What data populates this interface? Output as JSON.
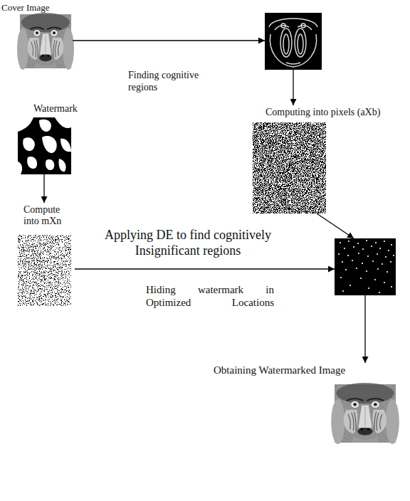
{
  "diagram": {
    "nodes": [
      {
        "text": [
          "Cover Image"
        ]
      },
      {
        "text": []
      },
      {
        "text": [
          "Computing into pixels (aXb)"
        ]
      },
      {
        "text": [
          "Watermark"
        ]
      },
      {
        "text": [
          "Compute into mXn"
        ]
      },
      {
        "text": []
      },
      {
        "text": [
          "Obtaining Watermarked Image"
        ]
      }
    ],
    "edges": [
      {
        "from": 0,
        "to": 1,
        "arrow": "to",
        "label": "Finding cognitive regions"
      },
      {
        "from": 1,
        "to": 2,
        "arrow": "to"
      },
      {
        "from": 3,
        "to": 4,
        "arrow": "to"
      },
      {
        "from": 2,
        "to": 5,
        "arrow": "to",
        "label": "Applying DE to find cognitively Insignificant regions"
      },
      {
        "from": 4,
        "to": 5,
        "arrow": "to",
        "label": "Hiding watermark in Optimized Locations"
      },
      {
        "from": 5,
        "to": 6,
        "arrow": "to"
      }
    ]
  }
}
